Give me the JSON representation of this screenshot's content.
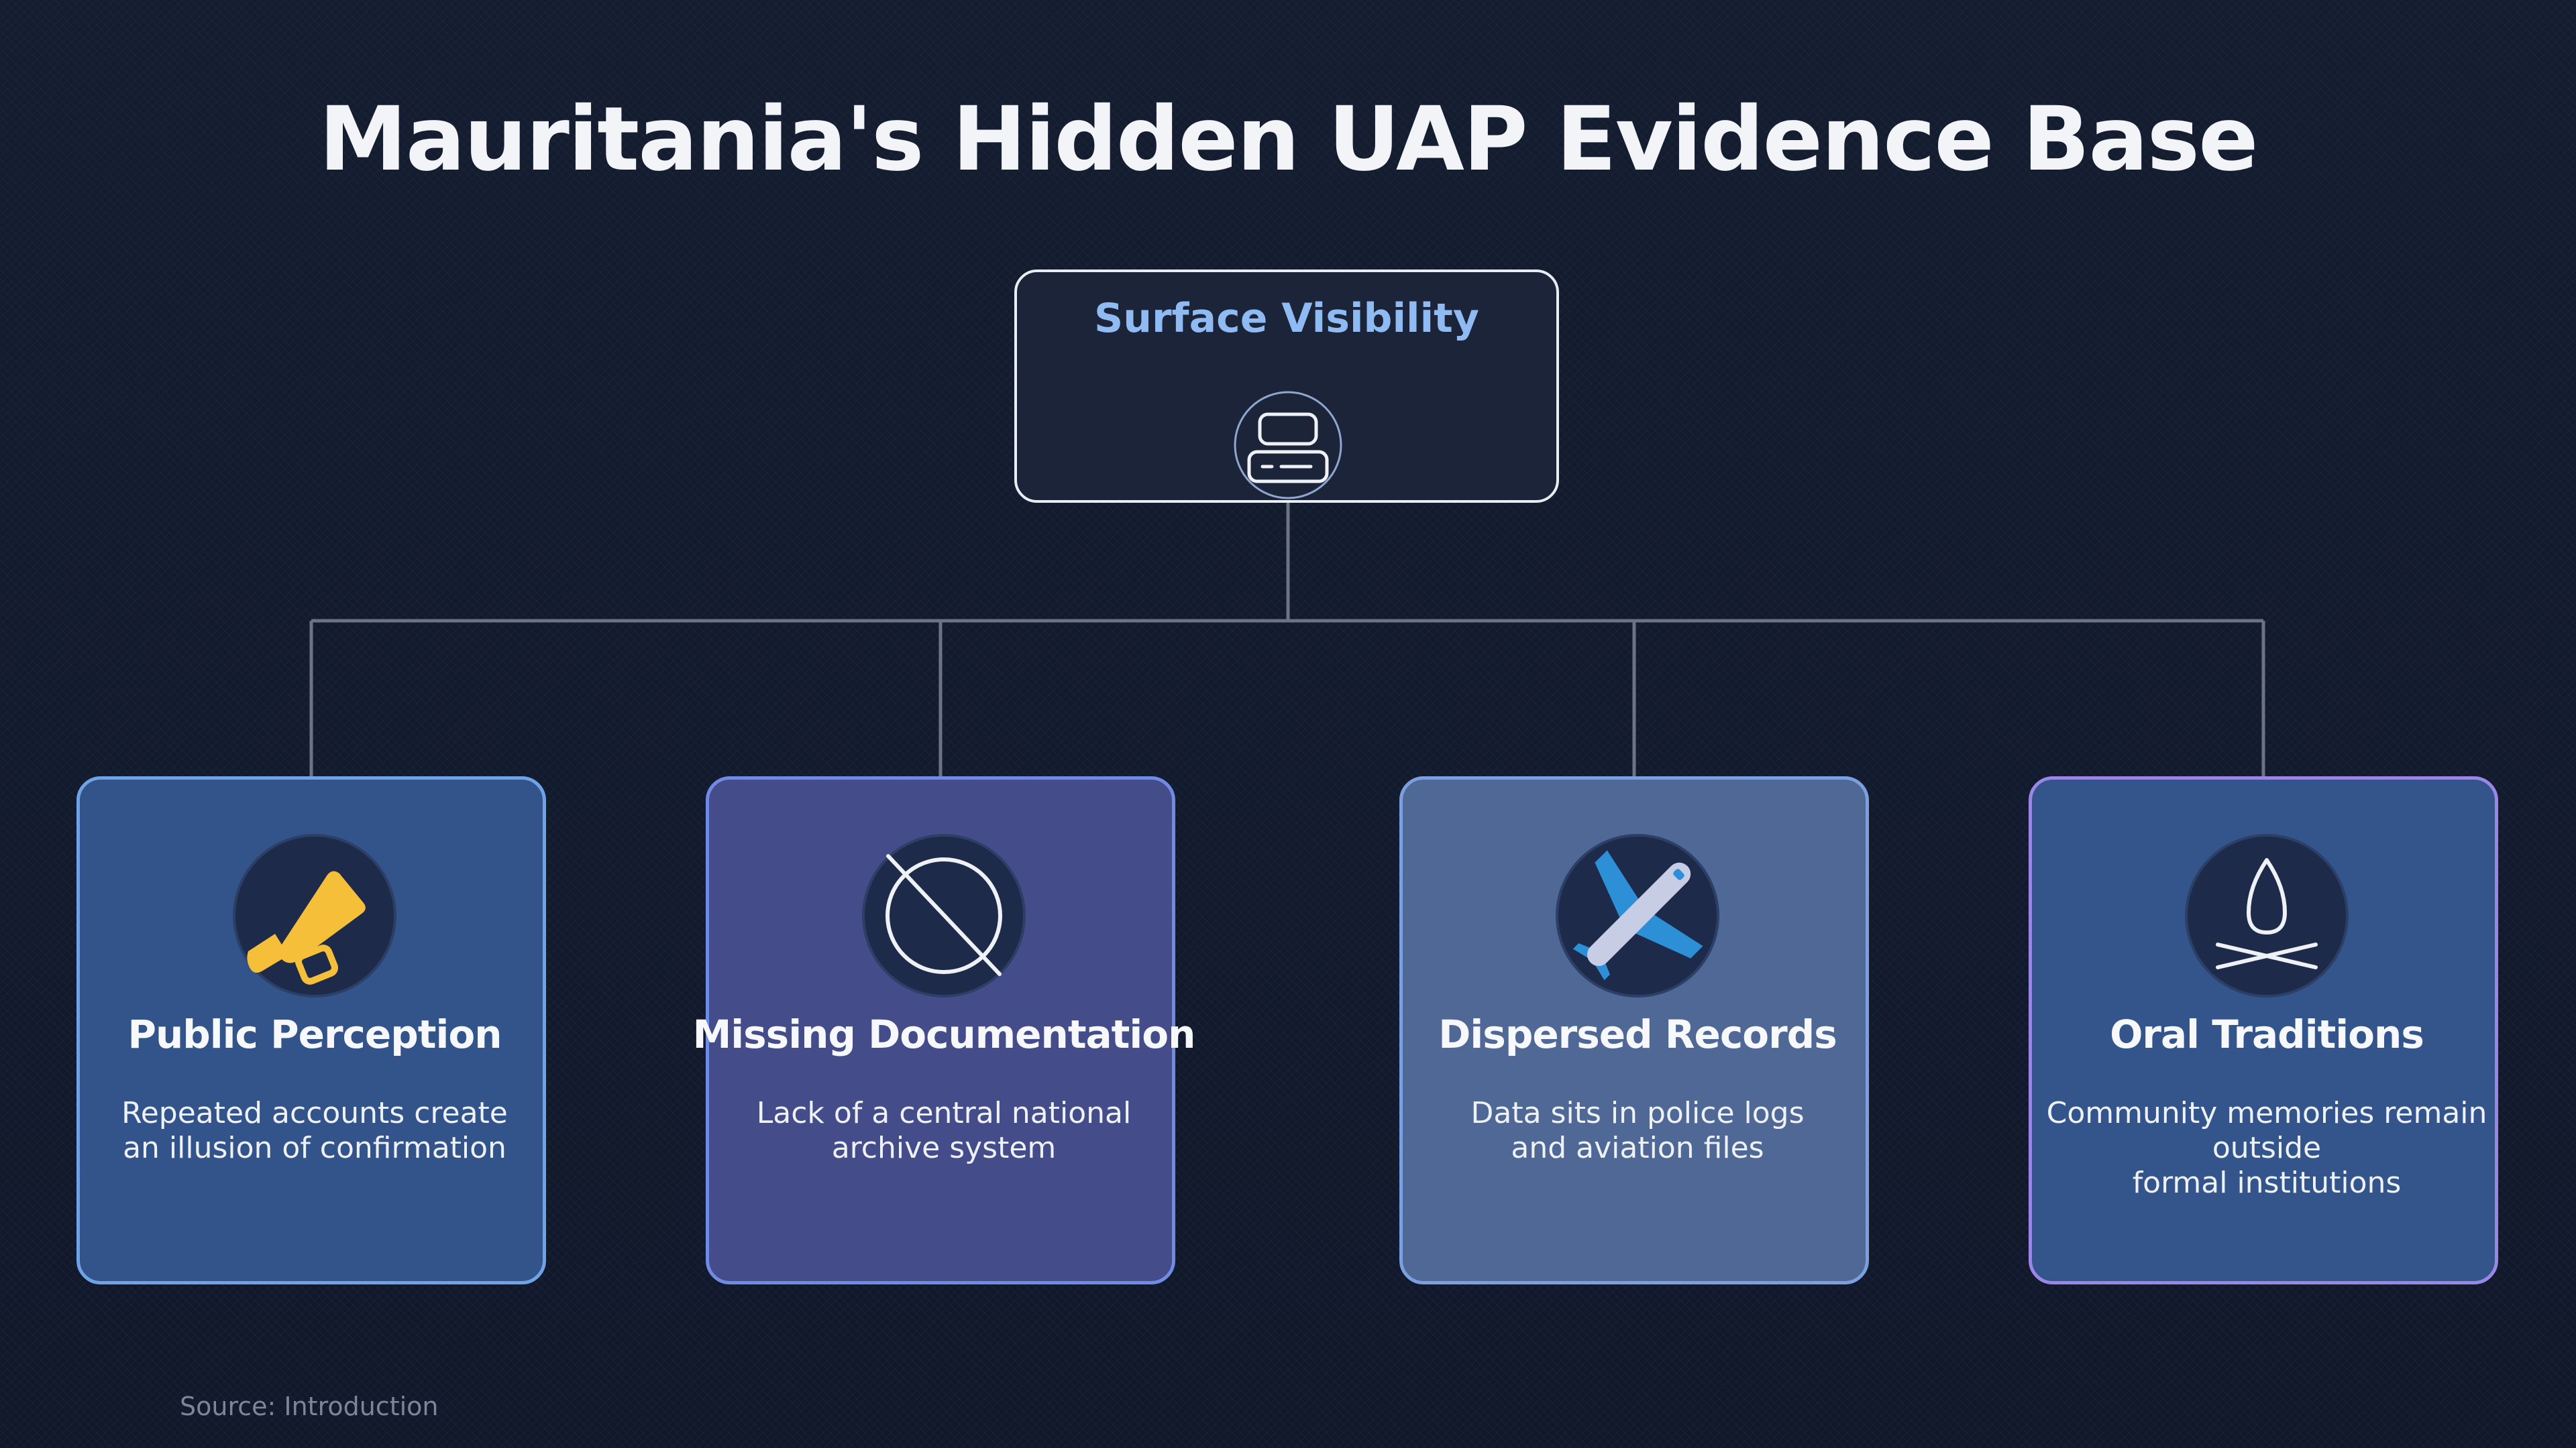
{
  "title": "Mauritania's Hidden UAP Evidence Base",
  "root": {
    "label": "Surface Visibility",
    "icon": "storage-drive-icon"
  },
  "cards": [
    {
      "title": "Public Perception",
      "description": "Repeated accounts create\nan illusion of confirmation",
      "icon": "megaphone-icon"
    },
    {
      "title": "Missing Documentation",
      "description": "Lack of a central national\narchive system",
      "icon": "prohibited-icon"
    },
    {
      "title": "Dispersed Records",
      "description": "Data sits in police logs\nand aviation files",
      "icon": "airplane-icon"
    },
    {
      "title": "Oral Traditions",
      "description": "Community memories remain outside\nformal institutions",
      "icon": "campfire-icon"
    }
  ],
  "source": "Source: Introduction",
  "colors": {
    "background": "#121a2e",
    "root_label": "#8fbaf2",
    "connector": "#6b7384",
    "megaphone": "#f5bf3a",
    "airplane_body": "#c8cde6",
    "airplane_wings": "#2d8fd6"
  }
}
